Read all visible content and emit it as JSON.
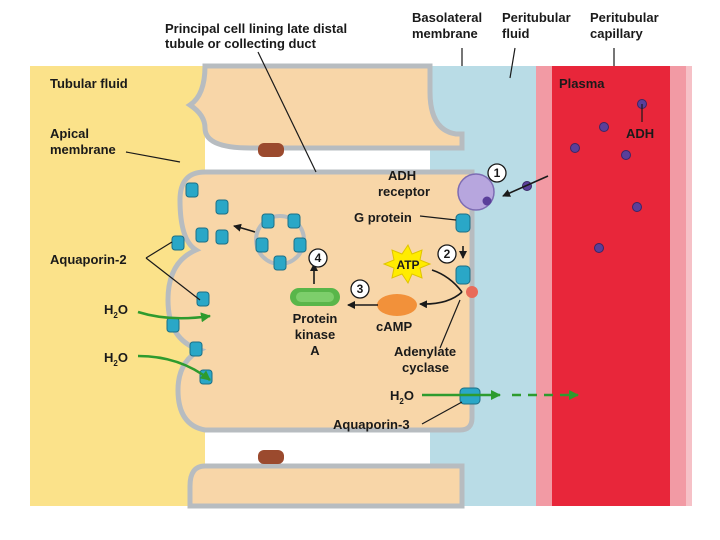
{
  "header": {
    "principal_cell": [
      "Principal cell lining late distal",
      "tubule or collecting duct"
    ],
    "basolateral": [
      "Basolateral",
      "membrane"
    ],
    "peritubular_fluid": [
      "Peritubular",
      "fluid"
    ],
    "peritubular_capillary": [
      "Peritubular",
      "capillary"
    ]
  },
  "regions": {
    "tubular_fluid": "Tubular fluid",
    "plasma": "Plasma",
    "apical_membrane": [
      "Apical",
      "membrane"
    ]
  },
  "labels": {
    "adh": "ADH",
    "adh_receptor": [
      "ADH",
      "receptor"
    ],
    "g_protein": "G protein",
    "atp": "ATP",
    "camp": "cAMP",
    "adenylate_cyclase": [
      "Adenylate",
      "cyclase"
    ],
    "protein_kinase": [
      "Protein",
      "kinase",
      "A"
    ],
    "aquaporin2": "Aquaporin-2",
    "aquaporin3": "Aquaporin-3",
    "water_main": "H",
    "water_sub": "2",
    "water_end": "O"
  },
  "steps": [
    "1",
    "2",
    "3",
    "4"
  ],
  "colors": {
    "tubular_fluid": "#fbe28a",
    "cell": "#f8d6a8",
    "peritubular": "#b9dce6",
    "plasma": "#e8263a",
    "plasma_light": "#f29aa4",
    "membrane": "#b7bcc0",
    "aquaporin": "#2aa7c7",
    "adh_molecule": "#5a3f9a",
    "receptor": "#b7a6de",
    "camp": "#f2913a",
    "kinase": "#59b64a",
    "atp": "#ffec00",
    "water_arrow": "#2e9b2e",
    "junction": "#9b4a2e"
  }
}
